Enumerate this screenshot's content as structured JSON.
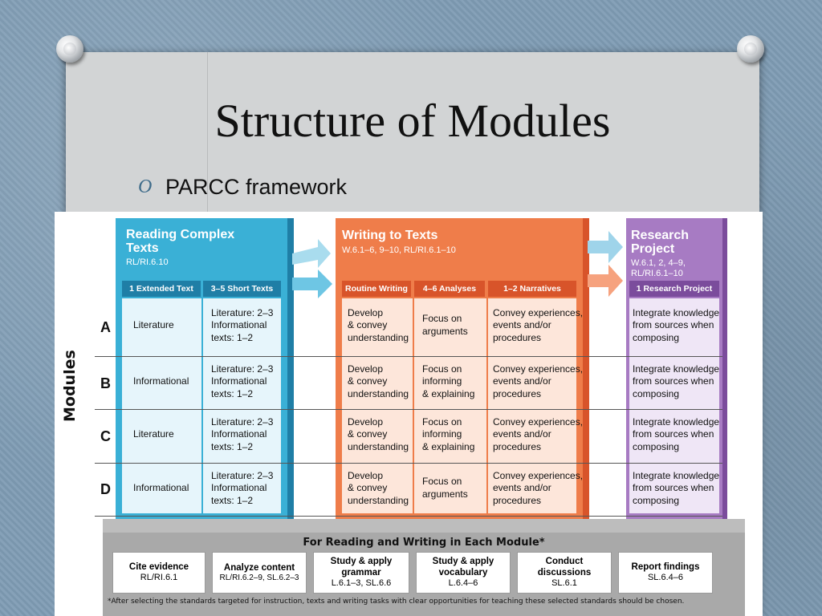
{
  "slide": {
    "title": "Structure of Modules",
    "bullet_glyph": "O",
    "bullet_text": "PARCC framework"
  },
  "framework": {
    "axis_label": "Modules",
    "rows": [
      "A",
      "B",
      "C",
      "D"
    ],
    "reading": {
      "title": "Reading Complex\nTexts",
      "standard": "RL/RI.6.10",
      "columns": [
        "1 Extended Text",
        "3–5 Short Texts"
      ],
      "extended_text": [
        "Literature",
        "Informational",
        "Literature",
        "Informational"
      ],
      "short_texts": [
        "Literature: 2–3\nInformational\ntexts: 1–2",
        "Literature: 2–3\nInformational\ntexts: 1–2",
        "Literature: 2–3\nInformational\ntexts: 1–2",
        "Literature: 2–3\nInformational\ntexts: 1–2"
      ]
    },
    "writing": {
      "title": "Writing to Texts",
      "standard": "W.6.1–6, 9–10, RL/RI.6.1–10",
      "columns": [
        "Routine Writing",
        "4–6 Analyses",
        "1–2 Narratives"
      ],
      "routine": [
        "Develop\n& convey\nunderstanding",
        "Develop\n& convey\nunderstanding",
        "Develop\n& convey\nunderstanding",
        "Develop\n& convey\nunderstanding"
      ],
      "analyses": [
        "Focus on\narguments",
        "Focus on\ninforming\n& explaining",
        "Focus on\ninforming\n& explaining",
        "Focus on\narguments"
      ],
      "narratives": [
        "Convey experiences,\nevents and/or\nprocedures",
        "Convey experiences,\nevents and/or\nprocedures",
        "Convey experiences,\nevents and/or\nprocedures",
        "Convey experiences,\nevents and/or\nprocedures"
      ]
    },
    "research": {
      "title": "Research\nProject",
      "standard": "W.6.1, 2, 4–9,\nRL/RI.6.1–10",
      "columns": [
        "1 Research Project"
      ],
      "cells": [
        "Integrate knowledge\nfrom sources when\ncomposing",
        "Integrate knowledge\nfrom sources when\ncomposing",
        "Integrate knowledge\nfrom sources when\ncomposing",
        "Integrate knowledge\nfrom sources when\ncomposing"
      ]
    },
    "bottom": {
      "title": "For Reading and Writing in Each Module*",
      "boxes": [
        {
          "label": "Cite evidence",
          "standard": "RL/RI.6.1"
        },
        {
          "label": "Analyze content",
          "standard": "RL/RI.6.2–9, SL.6.2–3"
        },
        {
          "label": "Study & apply\ngrammar",
          "standard": "L.6.1–3, SL.6.6"
        },
        {
          "label": "Study & apply\nvocabulary",
          "standard": "L.6.4–6"
        },
        {
          "label": "Conduct\ndiscussions",
          "standard": "SL.6.1"
        },
        {
          "label": "Report findings",
          "standard": "SL.6.4–6"
        }
      ],
      "footnote": "*After selecting the standards targeted for instruction, texts and writing tasks with clear opportunities for teaching these selected standards should be chosen."
    }
  },
  "colors": {
    "reading": "#3ab0d6",
    "reading_dark": "#1f7ea6",
    "reading_light": "#e6f5fb",
    "writing": "#ef7d4a",
    "writing_dark": "#d8542a",
    "writing_light": "#fde6da",
    "research": "#a77bc3",
    "research_dark": "#7b4c9c",
    "research_light": "#efe6f6",
    "bottom": "#a9a9a9"
  }
}
